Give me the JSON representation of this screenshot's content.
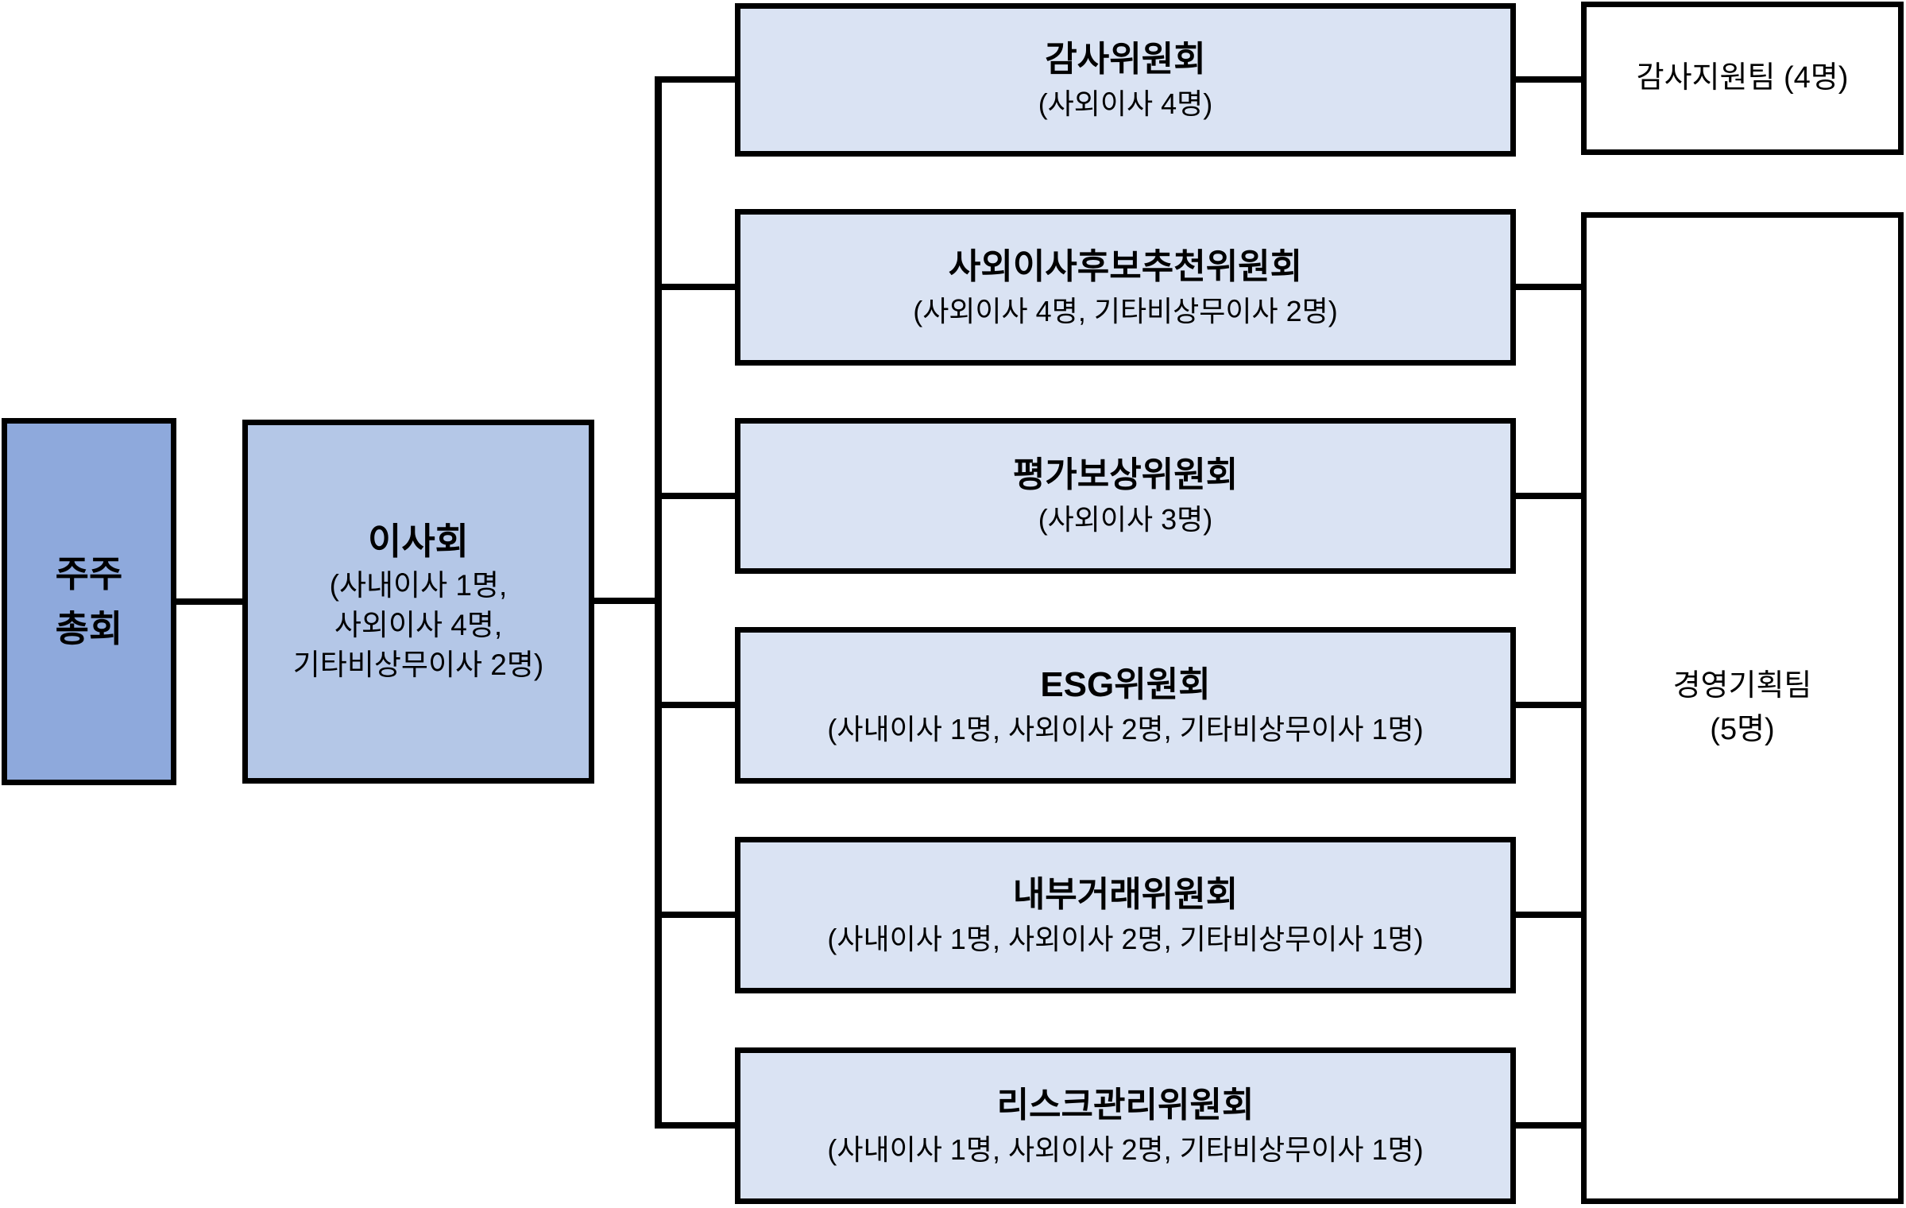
{
  "diagram": {
    "shareholders": {
      "title": "주주\n총회"
    },
    "board": {
      "title": "이사회",
      "subtitle": "(사내이사 1명,\n사외이사 4명,\n기타비상무이사 2명)"
    },
    "committees": [
      {
        "title": "감사위원회",
        "subtitle": "(사외이사 4명)"
      },
      {
        "title": "사외이사후보추천위원회",
        "subtitle": "(사외이사 4명, 기타비상무이사 2명)"
      },
      {
        "title": "평가보상위원회",
        "subtitle": "(사외이사 3명)"
      },
      {
        "title": "ESG위원회",
        "subtitle": "(사내이사 1명, 사외이사 2명, 기타비상무이사 1명)"
      },
      {
        "title": "내부거래위원회",
        "subtitle": "(사내이사 1명, 사외이사 2명, 기타비상무이사 1명)"
      },
      {
        "title": "리스크관리위원회",
        "subtitle": "(사내이사 1명, 사외이사 2명, 기타비상무이사 1명)"
      }
    ],
    "support_teams": [
      {
        "label": "감사지원팀 (4명)"
      },
      {
        "label": "경영기획팀\n(5명)"
      }
    ],
    "colors": {
      "shareholders_fill": "#8EA9DC",
      "board_fill": "#B4C7E7",
      "committee_fill": "#DAE3F3",
      "team_fill": "#FFFFFF",
      "line": "#000000"
    }
  }
}
